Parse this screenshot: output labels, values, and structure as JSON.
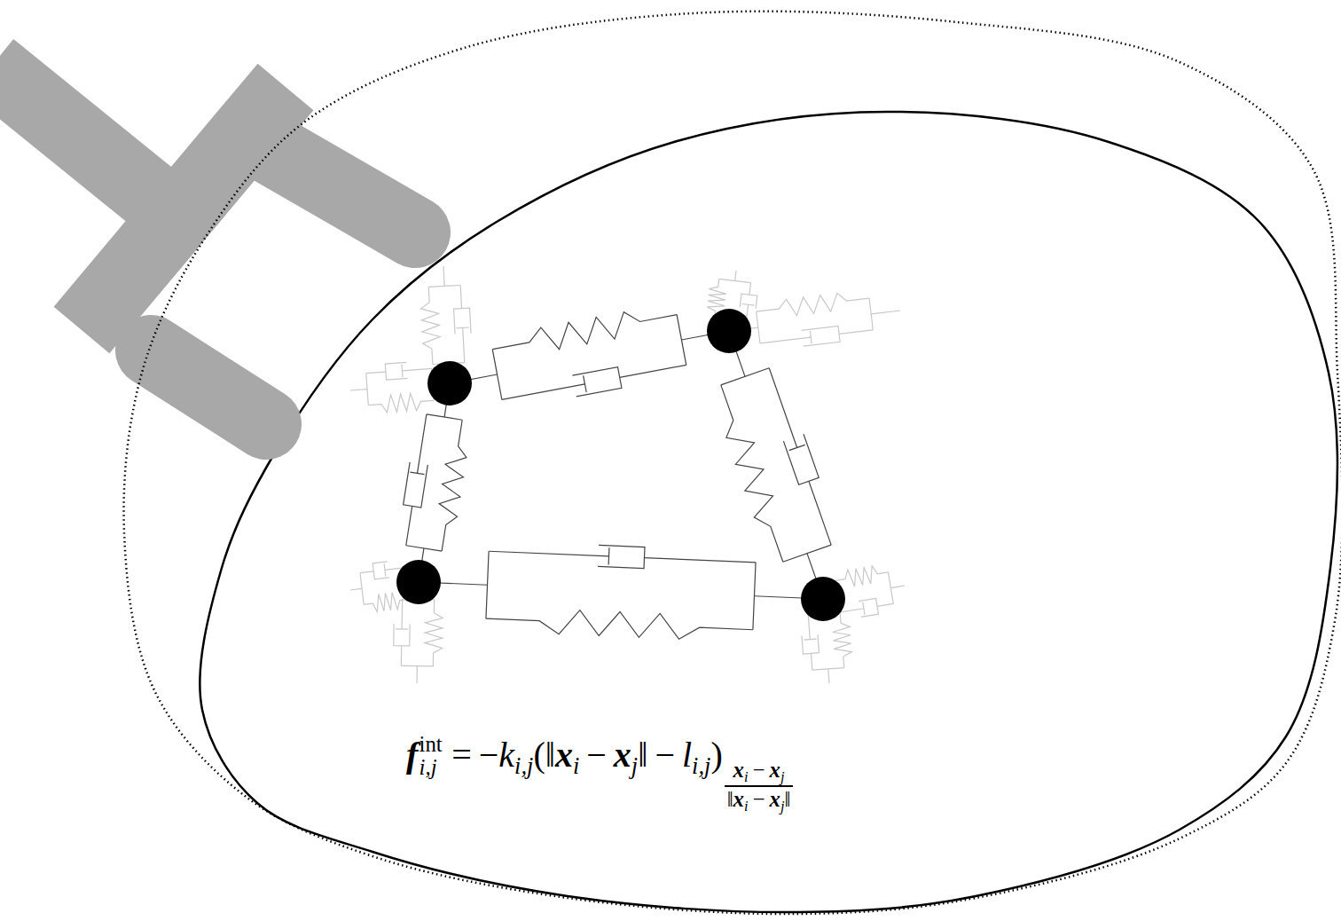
{
  "diagram": {
    "labels": [
      "f",
      "int",
      "i,j",
      "=",
      "−",
      "k",
      "i,j",
      "(‖",
      "x",
      "i",
      "−",
      "x",
      "j",
      "‖",
      "−",
      "l",
      "i,j",
      ")",
      "x",
      "i",
      "−",
      "x",
      "j",
      "‖",
      "x",
      "i",
      "−",
      "x",
      "j",
      "‖"
    ]
  }
}
